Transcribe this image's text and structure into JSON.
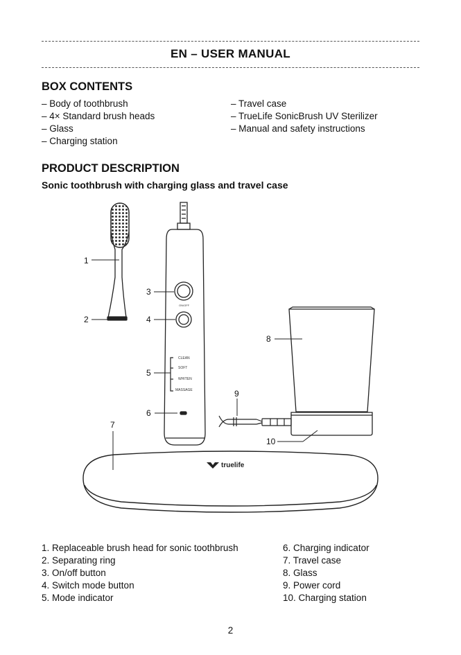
{
  "header": {
    "title": "EN – USER MANUAL"
  },
  "box_contents": {
    "heading": "BOX CONTENTS",
    "left": [
      "Body of toothbrush",
      "4× Standard brush heads",
      "Glass",
      "Charging station"
    ],
    "right": [
      "Travel case",
      "TrueLife SonicBrush UV Sterilizer",
      "Manual and safety instructions"
    ]
  },
  "product": {
    "heading": "PRODUCT DESCRIPTION",
    "subheading": "Sonic toothbrush with charging glass and travel case"
  },
  "diagram": {
    "callouts": [
      "1",
      "2",
      "3",
      "4",
      "5",
      "6",
      "7",
      "8",
      "9",
      "10"
    ],
    "button_label": "ON/OFF",
    "modes": [
      "CLEAN",
      "SOFT",
      "WHITEN",
      "MASSAGE"
    ],
    "brand": "truelife"
  },
  "legend": {
    "left": [
      "1. Replaceable brush head for sonic toothbrush",
      "2. Separating ring",
      "3. On/off button",
      "4. Switch mode button",
      "5. Mode indicator"
    ],
    "right": [
      "6. Charging indicator",
      "7. Travel case",
      "8. Glass",
      "9. Power cord",
      "10. Charging station"
    ]
  },
  "footer": {
    "page": "2"
  }
}
